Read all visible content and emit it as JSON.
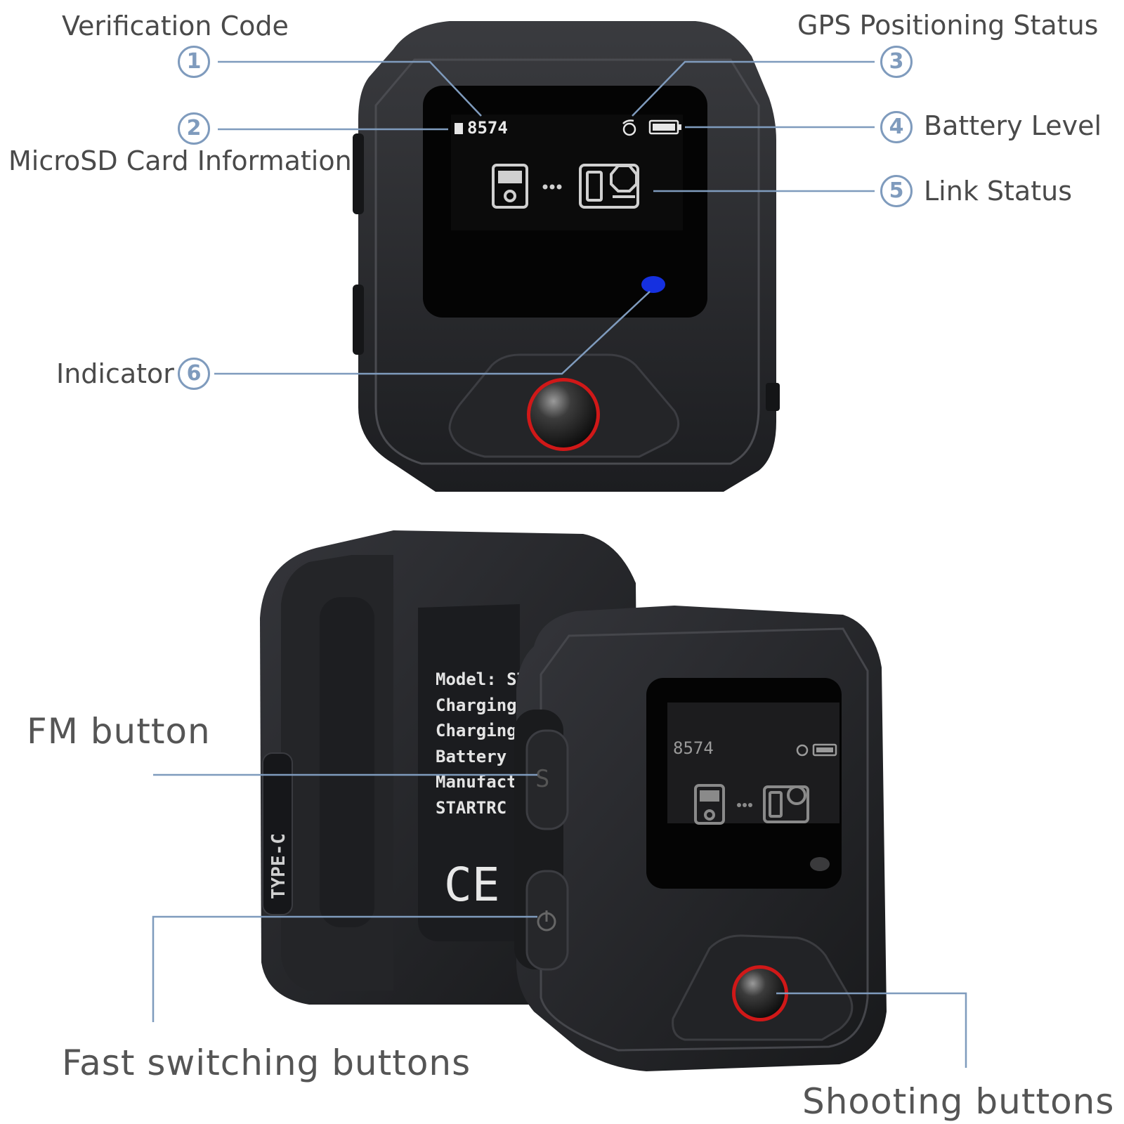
{
  "labels": {
    "verification_code": "Verification Code",
    "microsd_info": "MicroSD Card Information",
    "gps_status": "GPS Positioning Status",
    "battery_level": "Battery Level",
    "link_status": "Link Status",
    "indicator": "Indicator",
    "fm_button": "FM button",
    "fast_switching": "Fast switching buttons",
    "shooting_buttons": "Shooting buttons"
  },
  "markers": {
    "m1": "1",
    "m2": "2",
    "m3": "3",
    "m4": "4",
    "m5": "5",
    "m6": "6"
  },
  "screen": {
    "code": "8574"
  },
  "back_label": {
    "line1": "Model: STO",
    "line2": "Charging v",
    "line3": "Charging c",
    "line4": "Battery ca",
    "line5": "Manufactu",
    "line6": "STARTRC Te",
    "ce_mark": "CE"
  },
  "port_label": "TYPE-C",
  "colors": {
    "leader_line": "#7f9bbd",
    "device_body": "#2a2b2e",
    "screen": "#050505",
    "indicator_led": "#1530e0",
    "shutter_ring": "#d01818"
  }
}
